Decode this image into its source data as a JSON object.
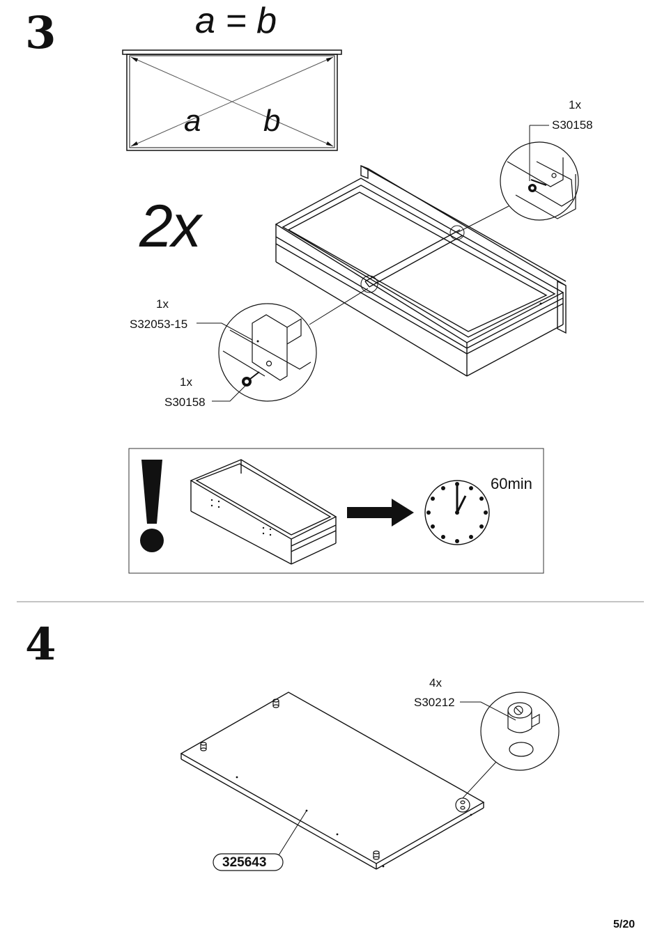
{
  "step3": {
    "number": "3",
    "formula": "a = b",
    "diag_a": "a",
    "diag_b": "b",
    "quantity": "2x",
    "fittings": [
      {
        "qty": "1x",
        "code": "S30158"
      },
      {
        "qty": "1x",
        "code": "S32053-15"
      },
      {
        "qty": "1x",
        "code": "S30158"
      }
    ]
  },
  "warning": {
    "time": "60min",
    "icons": [
      "exclamation-icon",
      "arrow-right-icon",
      "clock-icon"
    ]
  },
  "step4": {
    "number": "4",
    "fitting": {
      "qty": "4x",
      "code": "S30212"
    },
    "part_code": "325643"
  },
  "footer": {
    "page": "5/20"
  }
}
